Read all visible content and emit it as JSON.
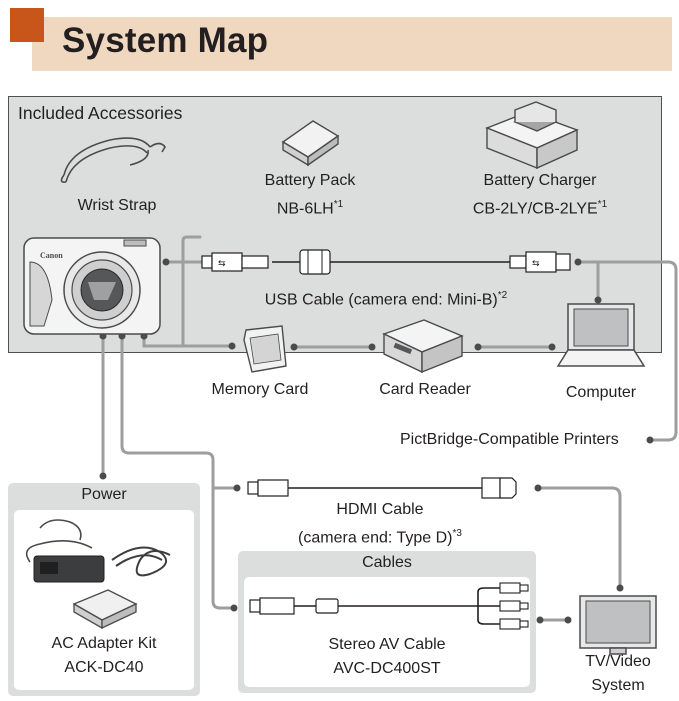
{
  "title": "System Map",
  "included": {
    "heading": "Included Accessories",
    "wrist_strap": "Wrist Strap",
    "battery_pack": [
      "Battery Pack",
      "NB-6LH"
    ],
    "battery_pack_note": "*1",
    "battery_charger": [
      "Battery Charger",
      "CB-2LY/CB-2LYE"
    ],
    "battery_charger_note": "*1"
  },
  "camera_brand": "Canon",
  "usb_cable": "USB Cable (camera end: Mini-B)",
  "usb_cable_note": "*2",
  "memory_card": "Memory Card",
  "card_reader": "Card Reader",
  "computer": "Computer",
  "printers": "PictBridge-Compatible Printers",
  "power": {
    "heading": "Power",
    "adapter": [
      "AC Adapter Kit",
      "ACK-DC40"
    ]
  },
  "hdmi": [
    "HDMI Cable",
    "(camera end: Type D)"
  ],
  "hdmi_note": "*3",
  "cables": {
    "heading": "Cables",
    "stereo_av": [
      "Stereo AV Cable",
      "AVC-DC400ST"
    ]
  },
  "tv": [
    "TV/Video",
    "System"
  ],
  "colors": {
    "accent": "#c8561a",
    "title_band": "#efd8bf",
    "panel": "#dcdddd",
    "line": "#9d9e9f"
  }
}
